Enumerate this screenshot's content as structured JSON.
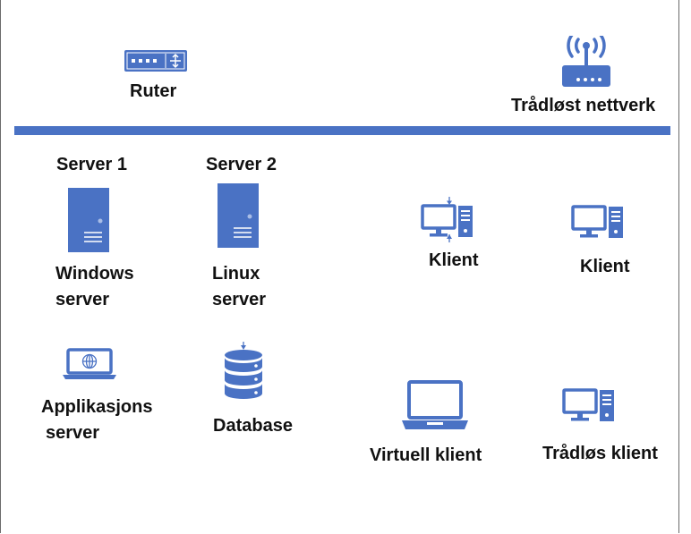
{
  "diagram": {
    "network_bus": "network-bus",
    "nodes": {
      "router": {
        "label": "Ruter",
        "icon": "router-icon"
      },
      "wireless_network": {
        "label": "Trådløst nettverk",
        "icon": "wireless-access-point-icon"
      },
      "server1": {
        "title": "Server 1",
        "line1": "Windows",
        "line2": "server",
        "icon": "server-tower-icon"
      },
      "server2": {
        "title": "Server 2",
        "line1": "Linux",
        "line2": "server",
        "icon": "server-tower-icon"
      },
      "client1": {
        "label": "Klient",
        "icon": "desktop-computer-icon"
      },
      "client2": {
        "label": "Klient",
        "icon": "desktop-computer-icon"
      },
      "app_server": {
        "line1": "Applikasjons",
        "line2": "server",
        "icon": "laptop-globe-icon"
      },
      "database": {
        "label": "Database",
        "icon": "database-icon"
      },
      "virtual_client": {
        "label": "Virtuell klient",
        "icon": "laptop-icon"
      },
      "wireless_client": {
        "label": "Trådløs klient",
        "icon": "desktop-computer-icon"
      }
    }
  },
  "colors": {
    "icon_blue": "#4a72c4",
    "text": "#111111"
  }
}
